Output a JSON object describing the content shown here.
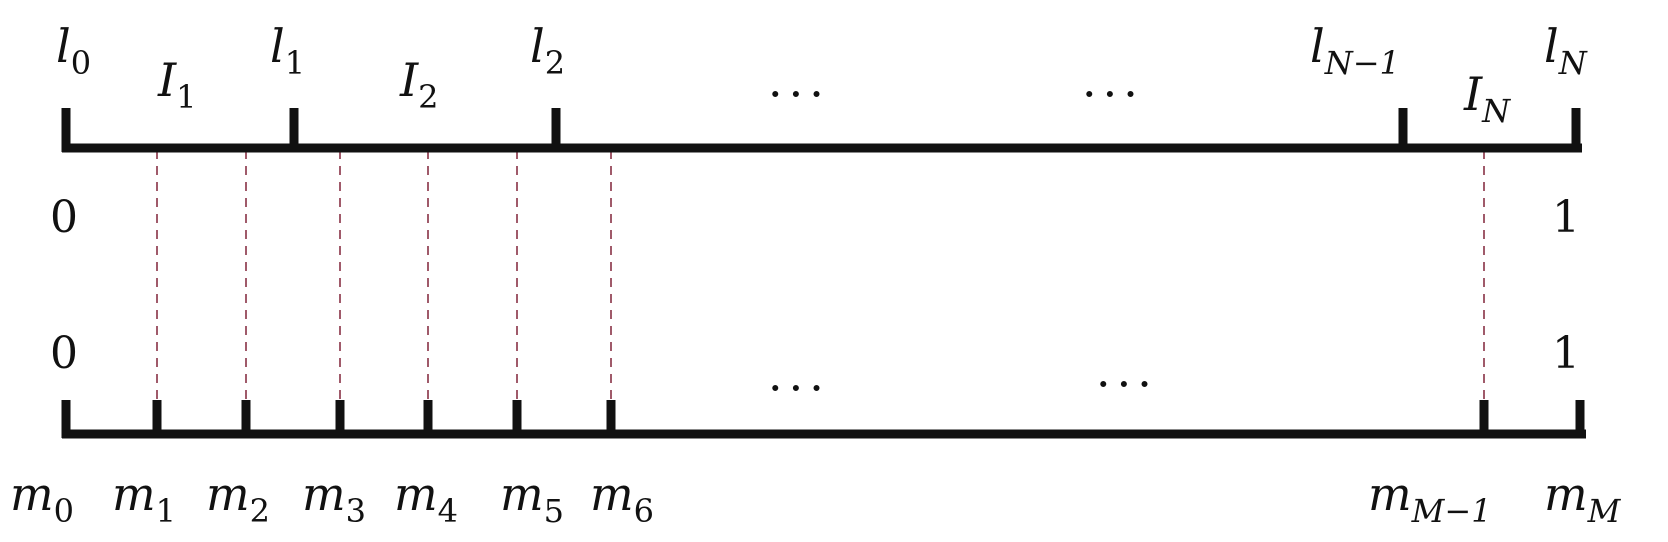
{
  "top_line": {
    "boundaries": [
      {
        "base": "l",
        "sub": "0"
      },
      {
        "base": "l",
        "sub": "1"
      },
      {
        "base": "l",
        "sub": "2"
      },
      {
        "base": "l",
        "sub": "N−1"
      },
      {
        "base": "l",
        "sub": "N"
      }
    ],
    "intervals": [
      {
        "base": "I",
        "sub": "1"
      },
      {
        "base": "I",
        "sub": "2"
      },
      {
        "base": "I",
        "sub": "N"
      }
    ],
    "ellipsis": [
      "···",
      "···"
    ]
  },
  "bottom_line": {
    "points": [
      {
        "base": "m",
        "sub": "0"
      },
      {
        "base": "m",
        "sub": "1"
      },
      {
        "base": "m",
        "sub": "2"
      },
      {
        "base": "m",
        "sub": "3"
      },
      {
        "base": "m",
        "sub": "4"
      },
      {
        "base": "m",
        "sub": "5"
      },
      {
        "base": "m",
        "sub": "6"
      },
      {
        "base": "m",
        "sub": "M−1"
      },
      {
        "base": "m",
        "sub": "M"
      }
    ],
    "ellipsis": [
      "···",
      "···"
    ]
  },
  "endpoints": {
    "top_start": "0",
    "top_end": "1",
    "bottom_start": "0",
    "bottom_end": "1"
  },
  "colors": {
    "line": "#111111",
    "dashed": "#a05a6a"
  }
}
